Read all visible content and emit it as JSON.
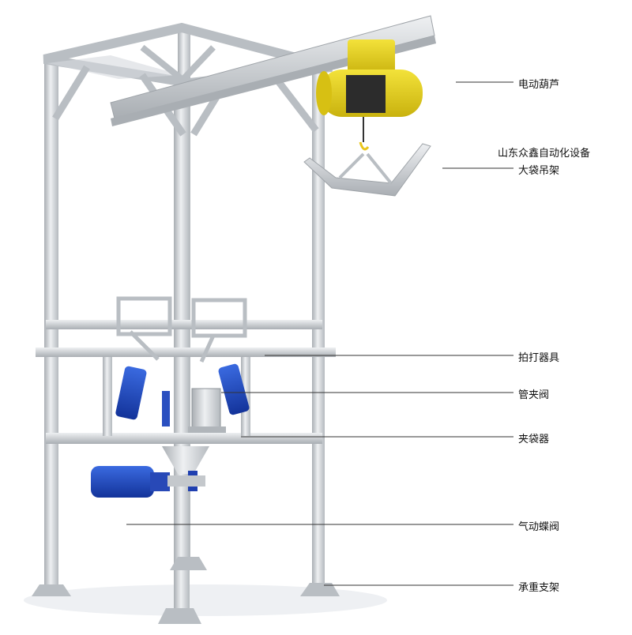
{
  "watermark": "山东众鑫自动化设备",
  "callouts": [
    {
      "id": "hoist",
      "text": "电动葫芦"
    },
    {
      "id": "hanger",
      "text": "大袋吊架"
    },
    {
      "id": "beater",
      "text": "拍打器具"
    },
    {
      "id": "pinch-valve",
      "text": "管夹阀"
    },
    {
      "id": "bag-clamp",
      "text": "夹袋器"
    },
    {
      "id": "butterfly-valve",
      "text": "气动蝶阀"
    },
    {
      "id": "support-frame",
      "text": "承重支架"
    }
  ],
  "colors": {
    "steel": "#c9ccd0",
    "steel_dark": "#9ea3a8",
    "hoist_yellow": "#e9d21a",
    "cylinder_blue": "#1f4fbf",
    "actuator_blue": "#1b3fd0"
  }
}
